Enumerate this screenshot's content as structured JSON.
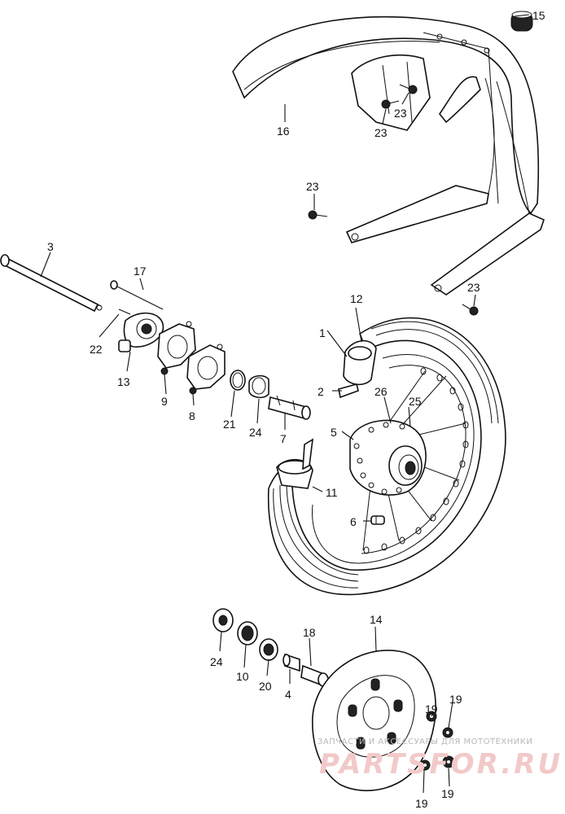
{
  "callouts": {
    "c1": "1",
    "c2": "2",
    "c3": "3",
    "c4": "4",
    "c5": "5",
    "c6": "6",
    "c7": "7",
    "c8": "8",
    "c9": "9",
    "c10": "10",
    "c11": "11",
    "c12": "12",
    "c13": "13",
    "c14": "14",
    "c15": "15",
    "c16": "16",
    "c17": "17",
    "c18": "18",
    "c19": "19",
    "c20": "20",
    "c21": "21",
    "c22": "22",
    "c23": "23",
    "c24": "24",
    "c25": "25",
    "c26": "26"
  },
  "watermark": {
    "tagline": "ЗАПЧАСТИ И АКСЕССУАРЫ ДЛЯ МОТОТЕХНИКИ",
    "brand": "PARTSFOR.RU"
  }
}
